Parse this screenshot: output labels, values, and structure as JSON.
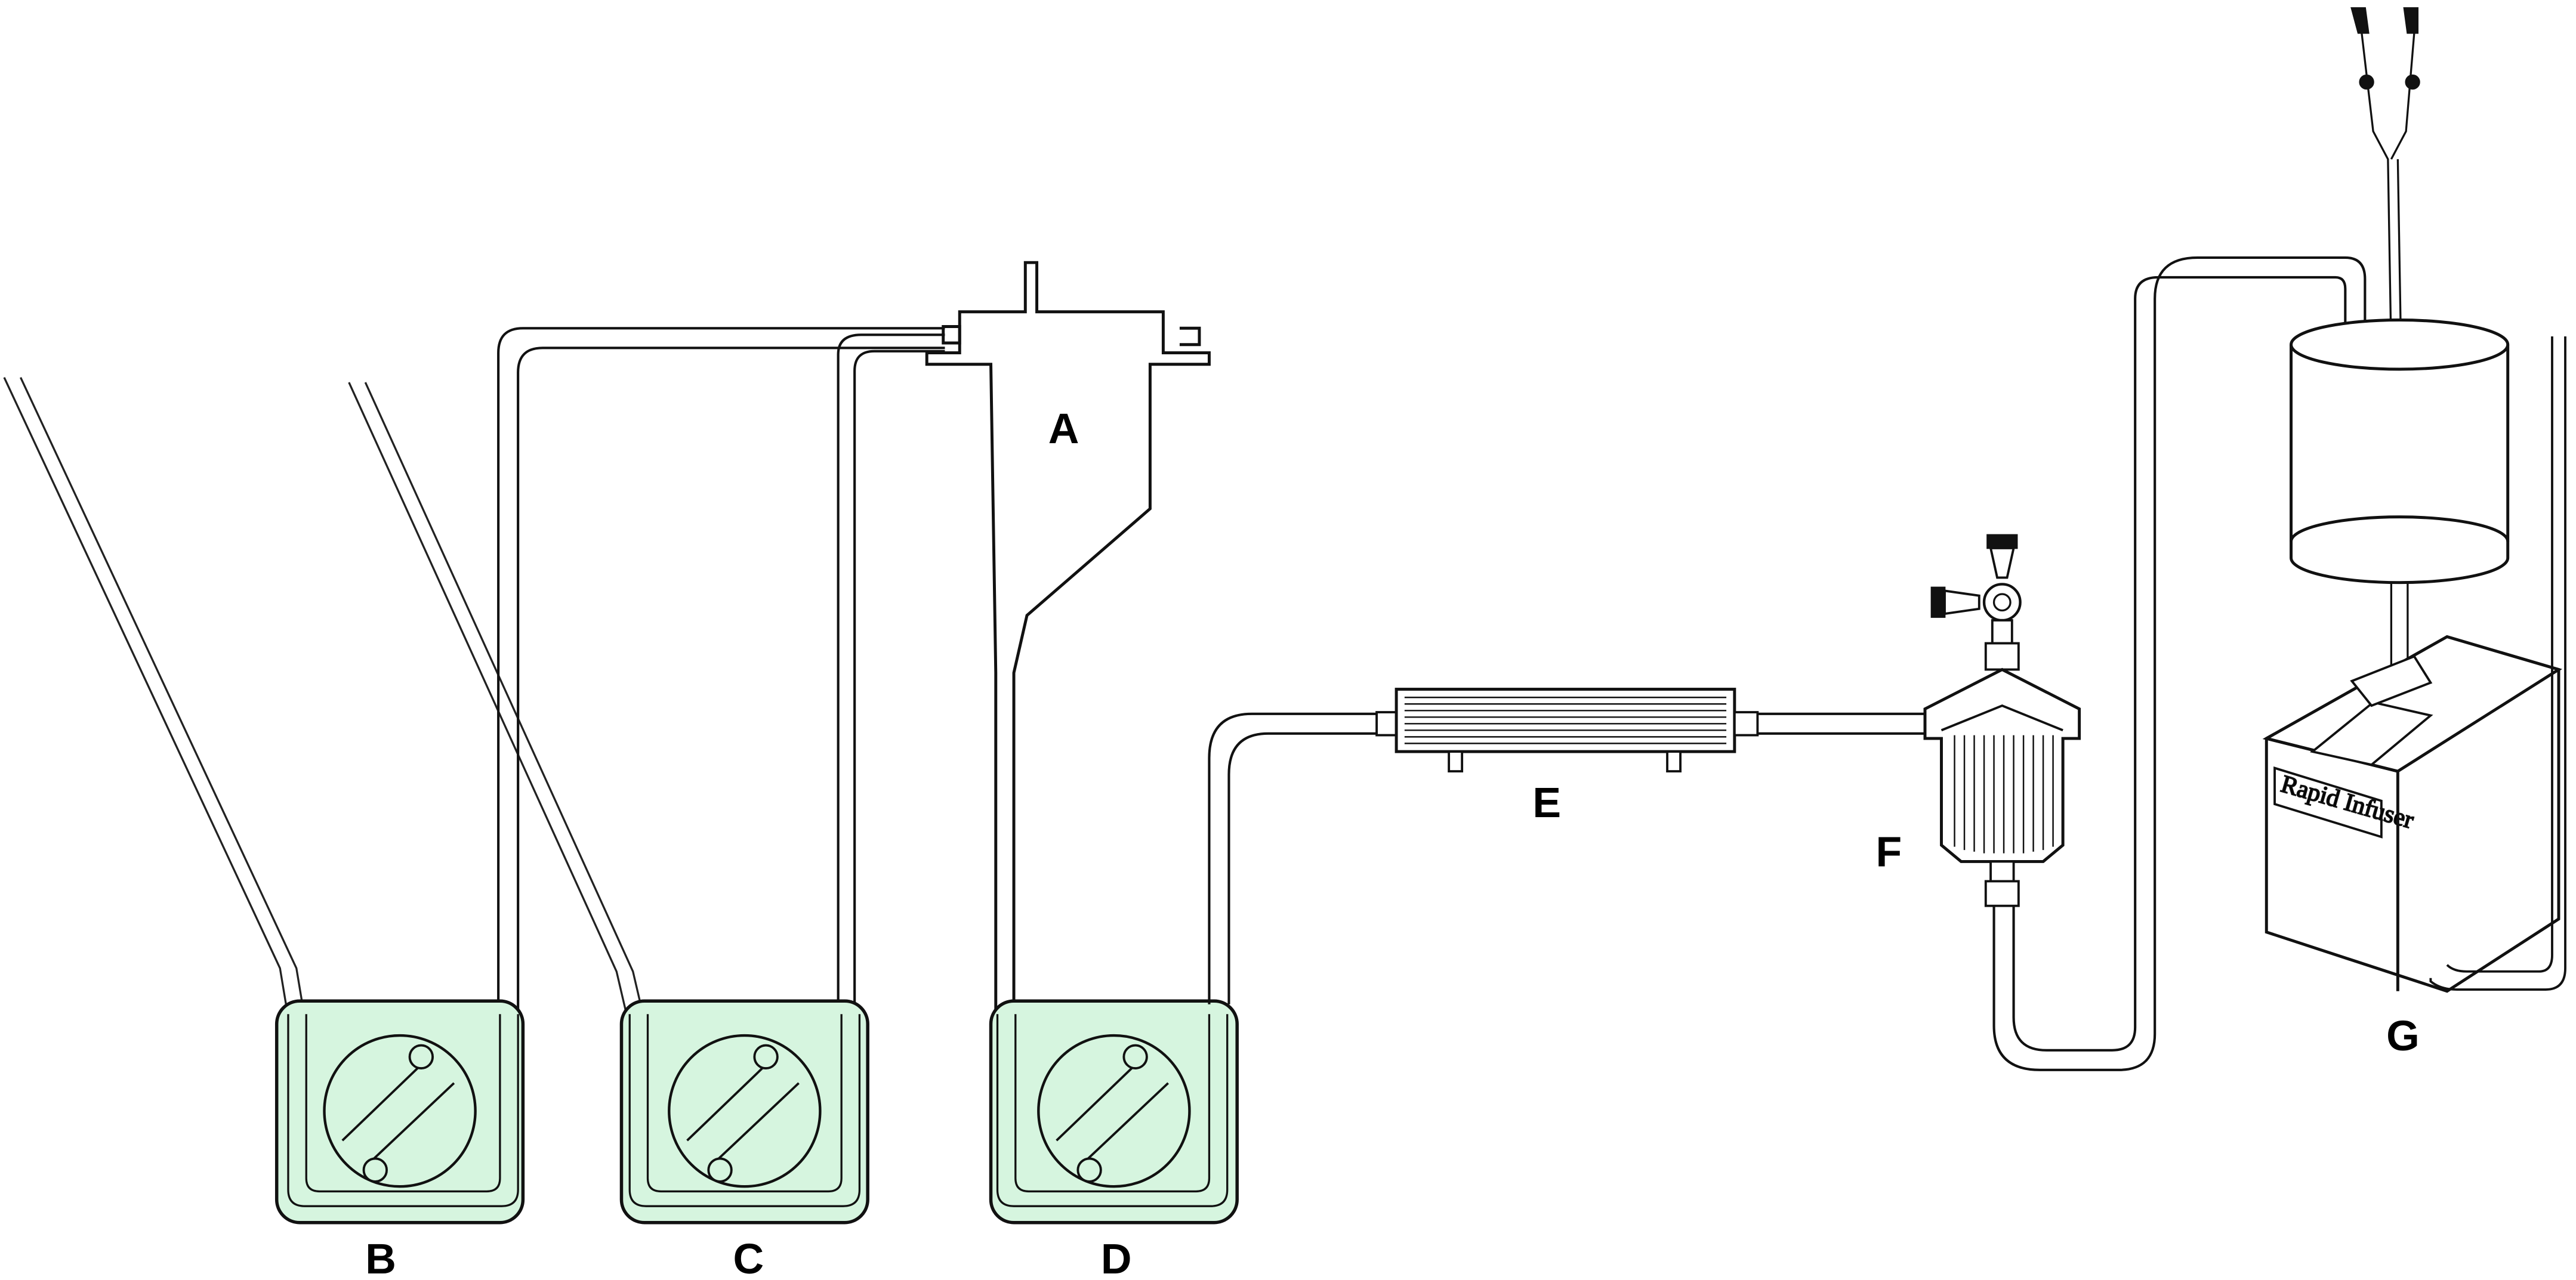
{
  "labels": {
    "a": "A",
    "b": "B",
    "c": "C",
    "d": "D",
    "e": "E",
    "f": "F",
    "g": "G"
  },
  "device": {
    "name": "Rapid Infuser"
  },
  "colors": {
    "pump_fill": "#d6f5df",
    "line": "#111111",
    "background": "#ffffff"
  },
  "icons": {
    "pump_b": "roller-pump-icon",
    "pump_c": "roller-pump-icon",
    "pump_d": "roller-pump-icon",
    "reservoir": "reservoir-icon",
    "heat_exchanger": "heat-exchanger-icon",
    "filter": "filter-icon",
    "infuser": "rapid-infuser-icon"
  }
}
